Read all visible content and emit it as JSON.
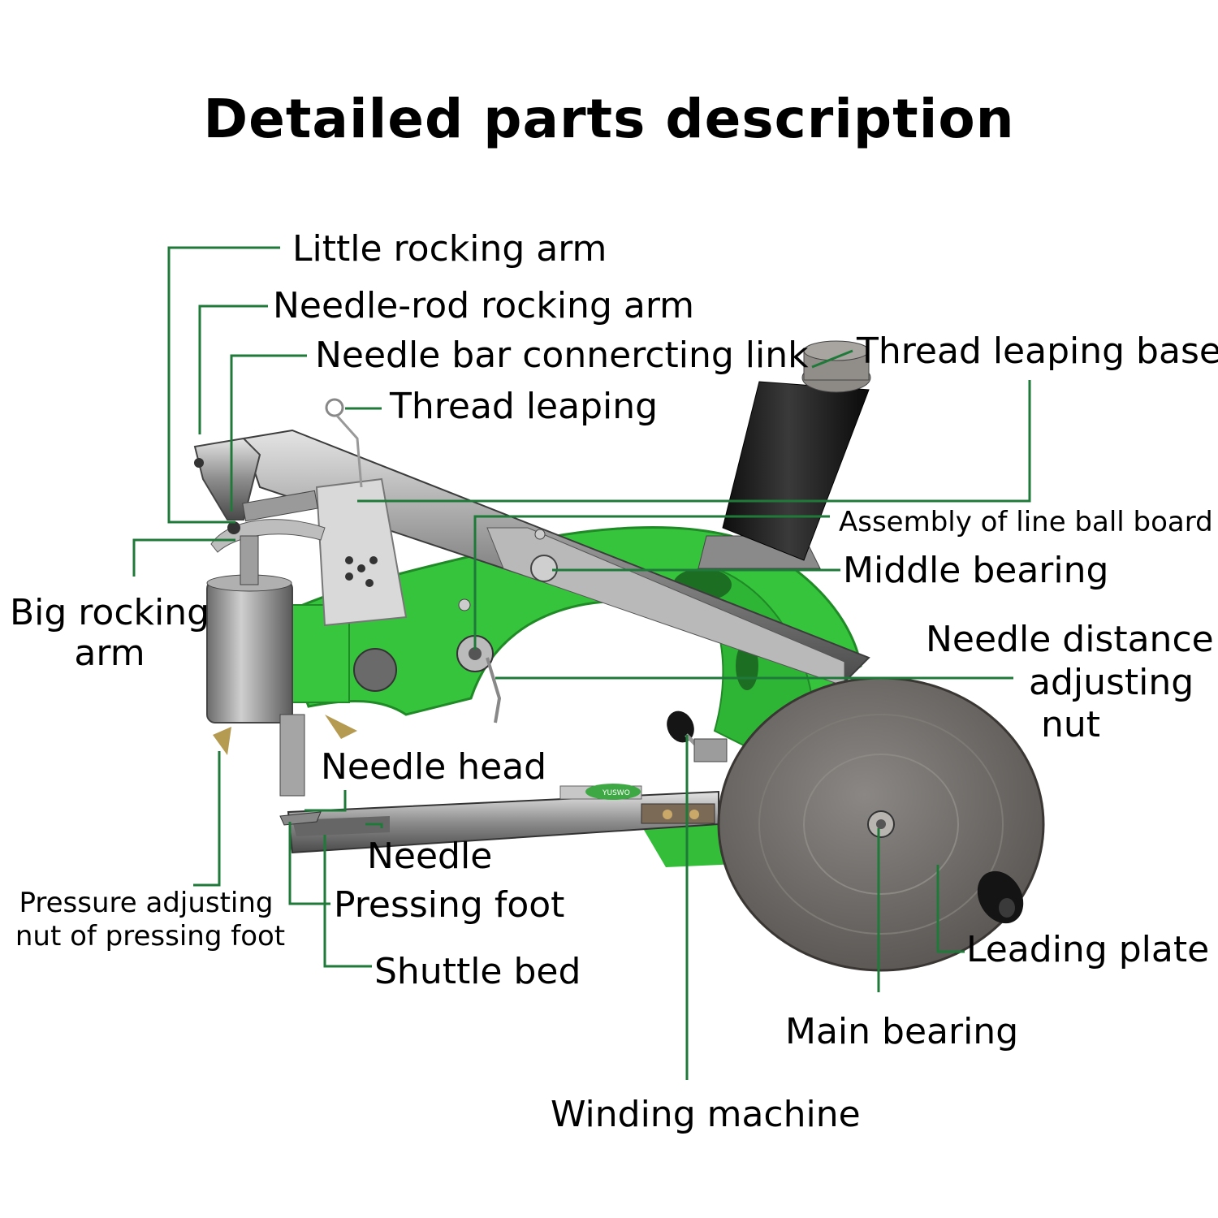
{
  "title": "Detailed parts description",
  "labels": {
    "little_rocking_arm": "Little rocking arm",
    "needle_rod_rocking_arm": "Needle-rod rocking arm",
    "needle_bar_connecting_link": "Needle bar connercting link",
    "thread_leaping": "Thread leaping",
    "thread_leaping_base": "Thread leaping base",
    "assembly_line_ball_board": "Assembly of line ball board",
    "middle_bearing": "Middle bearing",
    "big_rocking_arm_1": "Big rocking",
    "big_rocking_arm_2": "arm",
    "needle_distance_1": "Needle distance",
    "needle_distance_2": "adjusting",
    "needle_distance_3": "nut",
    "needle_head": "Needle head",
    "needle": "Needle",
    "pressure_adjusting_1": "Pressure adjusting",
    "pressure_adjusting_2": "nut of pressing foot",
    "pressing_foot": "Pressing foot",
    "shuttle_bed": "Shuttle bed",
    "leading_plate": "Leading plate",
    "main_bearing": "Main bearing",
    "winding_machine": "Winding machine"
  },
  "machine_logo_text": "YUSWO",
  "colors": {
    "leader_line": "#1f7a3a",
    "frame_green": "#34c23a",
    "metal": "#9c9c9c",
    "wheel": "#6e6a66",
    "spool": "#1a1a1a"
  }
}
